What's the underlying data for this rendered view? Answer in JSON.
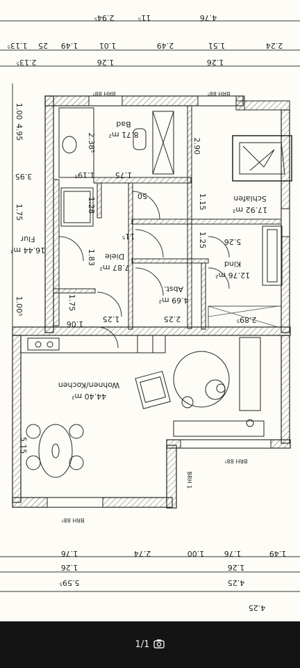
{
  "dims": {
    "top_row1": [
      "2.94⁵",
      "11⁵",
      "4.76"
    ],
    "top_row2": [
      "1.13⁵",
      "25",
      "1.49",
      "1.01",
      "2.49",
      "1.51",
      "2.24"
    ],
    "top_row3": [
      "2.13⁵",
      "1.26",
      "1.26"
    ],
    "bottom_row1": [
      "1.76",
      "2.74",
      "1.00",
      "1.76",
      "1.49"
    ],
    "bottom_row2": [
      "1.26",
      "5.59⁵",
      "1.26",
      "4.25"
    ],
    "bottom_row3": [
      "4.25"
    ],
    "left_vertical": [
      "1.00",
      "4.95",
      "1.75",
      "3.95",
      "1.00⁵"
    ]
  },
  "rooms": {
    "bad": {
      "name": "Bad",
      "area": "8.71 m²"
    },
    "schlafen": {
      "name": "Schlafen",
      "area": "17.92 m²"
    },
    "flur": {
      "name": "Flur",
      "area": "16.44 m²"
    },
    "diele": {
      "name": "Diele",
      "area": "7.87 m²"
    },
    "kind": {
      "name": "Kind",
      "area": "12.76 m²"
    },
    "abst": {
      "name": "Abst.",
      "area": "4.69 m²"
    },
    "wohnen": {
      "name": "Wohnen/Kochen",
      "area": "44.40 m²"
    }
  },
  "inner_dims": {
    "bad_height": "2.38⁵",
    "bad_width": "1.75",
    "bad_left": "1.19⁵",
    "schlafen_height": "2.90",
    "diele_width": "1.83",
    "flur_small": "1.25",
    "abst_width": "2.25",
    "kind_width": "5.26",
    "kind_height": "1.25",
    "kind_lower": "2.89⁵",
    "wohnen_height": "5.15",
    "small_1": "1.28",
    "small_2": "1.75",
    "small_3": "1.06",
    "small_4": "11⁵",
    "small_5": "1.15",
    "small_6": "50"
  },
  "brh_labels": [
    "BRH 88⁵",
    "BRH 88⁵",
    "BRH 88⁵",
    "BRH 88⁵",
    "BRH 1"
  ],
  "viewer": {
    "counter": "1/1",
    "icon": "camera-icon"
  }
}
